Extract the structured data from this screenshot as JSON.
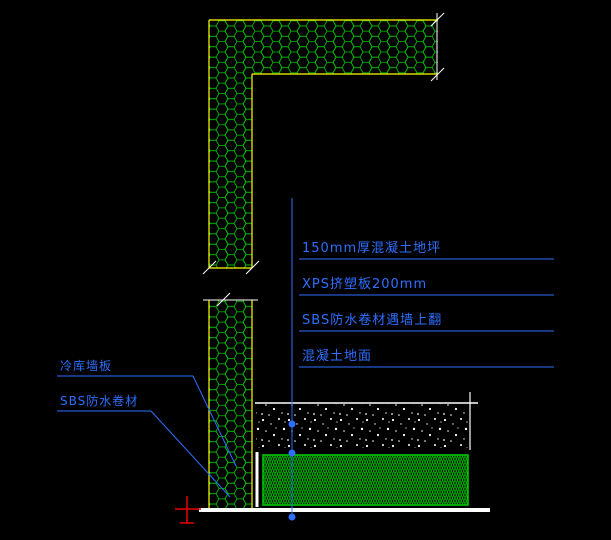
{
  "canvas": {
    "background": "#000000"
  },
  "colors": {
    "annotation_blue": "#2e6fff",
    "hatch_green": "#00c800",
    "xps_green": "#00b400",
    "outline_yellow": "#ffff00",
    "line_white": "#ffffff",
    "marker_red": "#e80000"
  },
  "annotations": {
    "right": [
      {
        "label": "150mm厚混凝土地坪"
      },
      {
        "label": "XPS挤塑板200mm"
      },
      {
        "label": "SBS防水卷材遇墙上翻"
      },
      {
        "label": "混凝土地面"
      }
    ],
    "left": [
      {
        "label": "冷库墙板"
      },
      {
        "label": "SBS防水卷材"
      }
    ]
  }
}
